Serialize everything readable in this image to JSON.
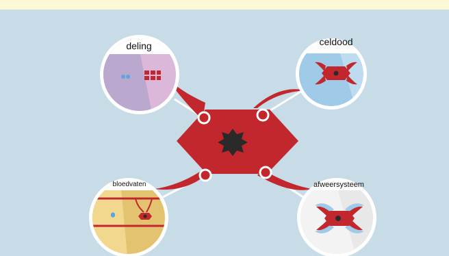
{
  "labels": {
    "division": "deling",
    "cell_death": "celdood",
    "blood_vessels": "bloedvaten",
    "immune_system": "afweersysteem"
  },
  "colors": {
    "frame_background": "#fdf8d6",
    "panel_background": "#c7dce7",
    "cell_red": "#c2272d",
    "nucleus": "#2a2a2a",
    "division_left": "#bba8cf",
    "division_right": "#dbb7d9",
    "celldeath_left": "#9fcbe8",
    "celldeath_right": "#bddcef",
    "vessels_left": "#f1d88e",
    "vessels_right": "#e4c370",
    "immune_base": "#e8e8e8",
    "immune_light": "#f3f3f3",
    "blue_cell": "#5aa7dd"
  },
  "icons": [
    "star-nucleus-icon",
    "divided-cells-icon",
    "small-cell-icon"
  ]
}
